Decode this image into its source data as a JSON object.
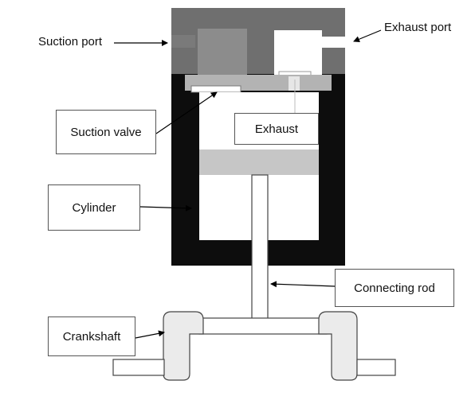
{
  "labels": {
    "suction_port": "Suction port",
    "exhaust_port": "Exhaust port",
    "suction_valve": "Suction valve",
    "exhaust": "Exhaust",
    "cylinder": "Cylinder",
    "connecting_rod": "Connecting rod",
    "crankshaft": "Crankshaft"
  },
  "colors": {
    "cylinder_wall": "#0d0d0d",
    "head": "#6f6f6f",
    "suction_chamber": "#8c8c8c",
    "valve_plate": "#b3b3b3",
    "piston": "#c6c6c6",
    "exhaust_chamber": "#ffffff",
    "crank_fill": "#ebebeb",
    "outline": "#444444"
  }
}
